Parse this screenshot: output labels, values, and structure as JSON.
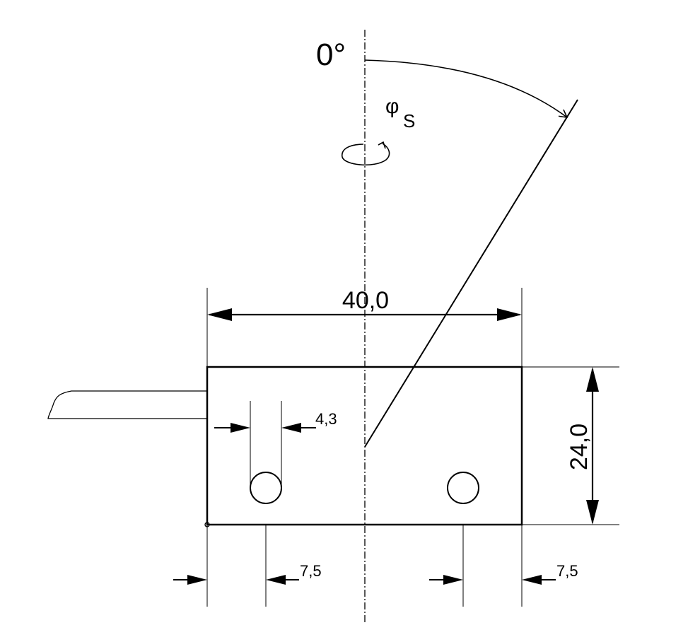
{
  "labels": {
    "zero_angle": "0°",
    "angle_symbol": "φ",
    "angle_subscript": "S",
    "width": "40,0",
    "height": "24,0",
    "hole_diameter": "4,3",
    "left_offset": "7,5",
    "right_offset": "7,5"
  }
}
